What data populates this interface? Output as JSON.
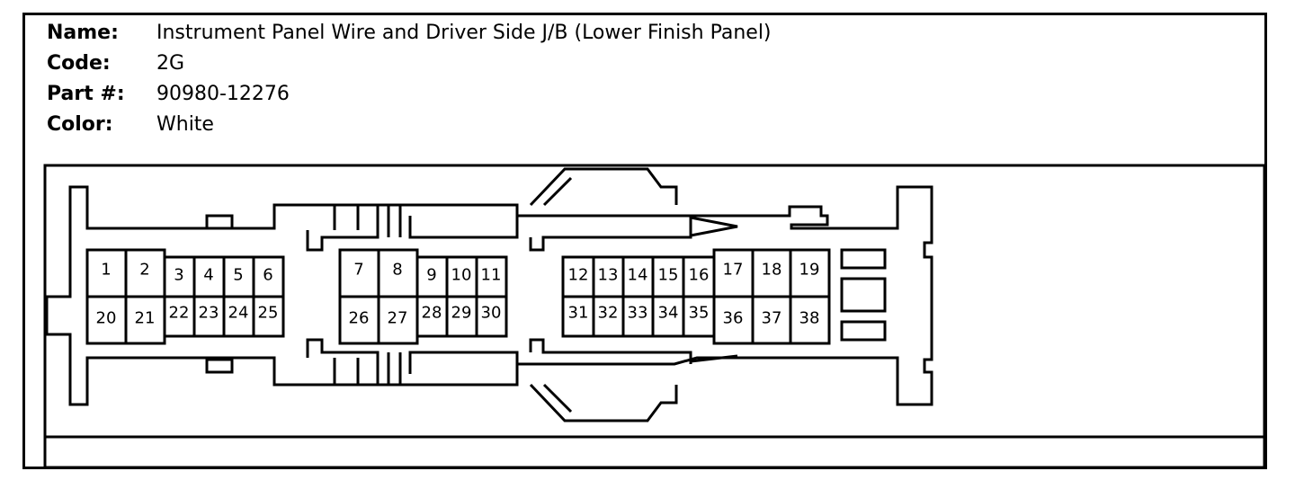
{
  "connector": {
    "name_label": "Name:",
    "name_value": "Instrument Panel Wire and Driver Side J/B (Lower Finish Panel)",
    "code_label": "Code:",
    "code_value": "2G",
    "part_label": "Part #:",
    "part_value": "90980-12276",
    "color_label": "Color:",
    "color_value": "White"
  },
  "pins": [
    "1",
    "2",
    "3",
    "4",
    "5",
    "6",
    "7",
    "8",
    "9",
    "10",
    "11",
    "12",
    "13",
    "14",
    "15",
    "16",
    "17",
    "18",
    "19",
    "20",
    "21",
    "22",
    "23",
    "24",
    "25",
    "26",
    "27",
    "28",
    "29",
    "30",
    "31",
    "32",
    "33",
    "34",
    "35",
    "36",
    "37",
    "38"
  ]
}
